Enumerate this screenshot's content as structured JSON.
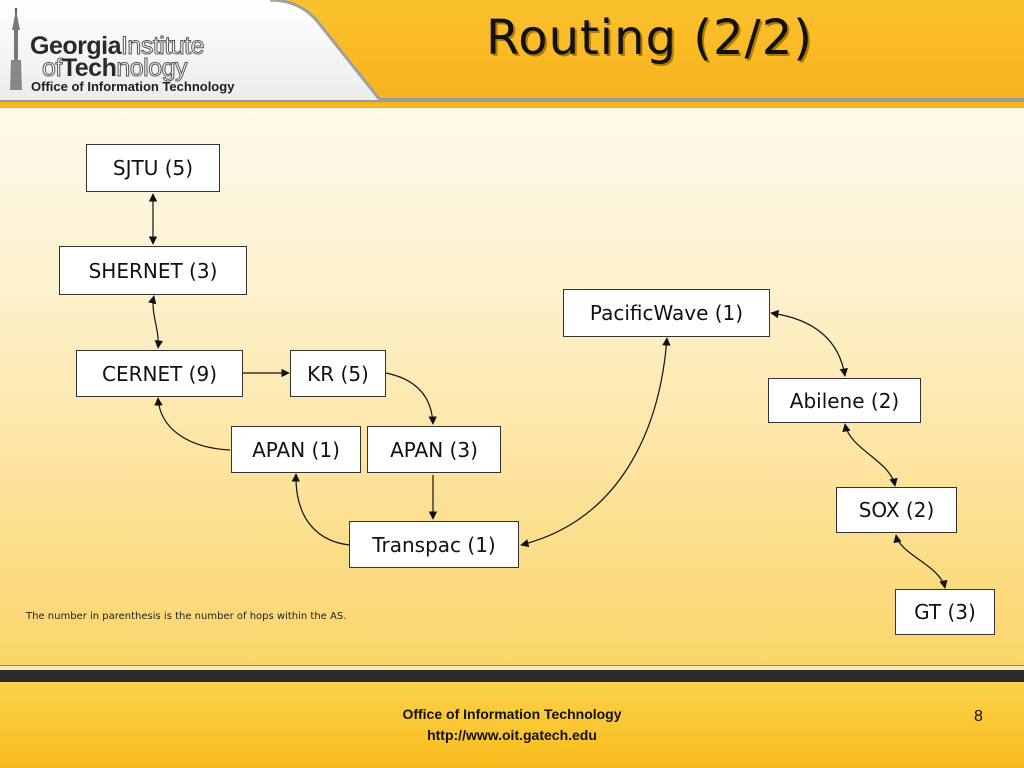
{
  "header": {
    "logo_word1": "Georgia",
    "logo_word2": "Institute",
    "logo_word3": "of",
    "logo_word4": "Tech",
    "logo_word5": "nology",
    "office_line": "Office of Information Technology"
  },
  "slide": {
    "title": "Routing (2/2)"
  },
  "diagram": {
    "nodes": {
      "sjtu": "SJTU (5)",
      "shernet": "SHERNET (3)",
      "cernet": "CERNET (9)",
      "kr": "KR (5)",
      "apan1": "APAN (1)",
      "apan3": "APAN (3)",
      "transpac": "Transpac (1)",
      "pacificwave": "PacificWave (1)",
      "abilene": "Abilene (2)",
      "sox": "SOX (2)",
      "gt": "GT (3)"
    },
    "note": "The number in parenthesis is the number of hops within the AS."
  },
  "footer": {
    "line1": "Office of Information Technology",
    "line2": "http://www.oit.gatech.edu",
    "page_number": "8"
  },
  "colors": {
    "header": "#f6b21b",
    "footer": "#f7bb1c",
    "dark_bar": "#2b2b2b"
  }
}
